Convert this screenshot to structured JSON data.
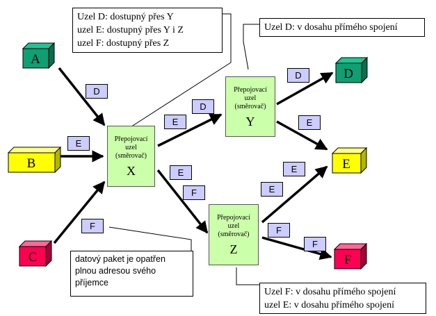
{
  "colors": {
    "node_a": "#0f9f73",
    "node_b": "#ffff00",
    "node_c": "#ff0055",
    "node_d": "#0f9f73",
    "node_e": "#ffff00",
    "node_f": "#ff0055",
    "router_fill": "#ccffaa",
    "tag_fill": "#ccccff"
  },
  "nodes": {
    "a": "A",
    "b": "B",
    "c": "C",
    "d": "D",
    "e": "E",
    "f": "F"
  },
  "routers": {
    "x": {
      "line1": "Přepojovací",
      "line2": "uzel",
      "line3": "(směrovač)",
      "letter": "X"
    },
    "y": {
      "line1": "Přepojovací",
      "line2": "uzel",
      "line3": "(směrovač)",
      "letter": "Y"
    },
    "z": {
      "line1": "Přepojovací",
      "line2": "uzel",
      "line3": "(směrovač)",
      "letter": "Z"
    }
  },
  "packet_tags": {
    "a_to_x": "D",
    "b_to_x": "E",
    "c_to_x": "F",
    "x_to_y": [
      "E",
      "D"
    ],
    "x_to_z": [
      "E",
      "F"
    ],
    "y_to_d": "D",
    "y_to_e": "E",
    "z_to_e": [
      "E",
      "E"
    ],
    "z_to_f": [
      "F",
      "F"
    ]
  },
  "notes": {
    "router_x": [
      "Uzel D: dostupný přes Y",
      "uzel E: dostupný přes Y i Z",
      "uzel F: dostupný přes Z"
    ],
    "router_y": "Uzel D: v dosahu přímého spojení",
    "router_z": [
      "Uzel F: v dosahu přímého spojení",
      "uzel E: v dosahu přímého spojení"
    ],
    "packet": "datový paket je opatřen plnou adresou svého příjemce"
  }
}
